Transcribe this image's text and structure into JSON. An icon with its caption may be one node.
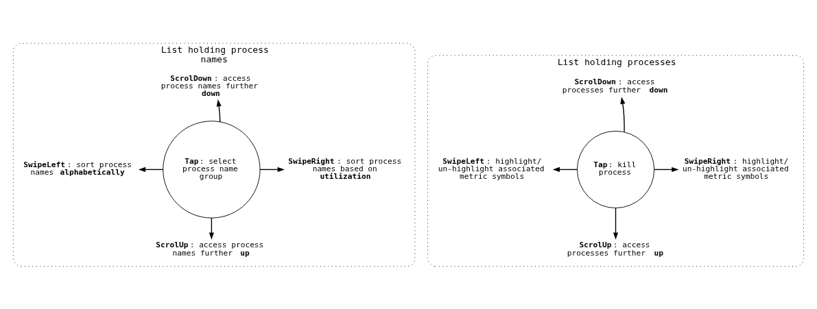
{
  "diagram": {
    "nodes": [
      {
        "text": [
          "List holding process names"
        ]
      },
      {
        "text": [
          "**ScrolDown**: access process names further **down**"
        ],
        "in": 0
      },
      {
        "text": [
          "**SwipeLeft**: sort process names **alphabetically**"
        ],
        "in": 0
      },
      {
        "text": [
          "**Tap**: select process name group"
        ],
        "in": 0
      },
      {
        "text": [
          "**SwipeRight**: sort process names based on **utilization**"
        ],
        "in": 0
      },
      {
        "text": [
          "**ScrolUp**: access process names further **up**"
        ],
        "in": 0
      },
      {
        "text": [
          "List holding processes"
        ]
      },
      {
        "text": [
          "**ScrolDown**: access processes further **down**"
        ],
        "in": 6
      },
      {
        "text": [
          "**SwipeLeft**: highlight/ un-highlight associated metric symbols"
        ],
        "in": 6
      },
      {
        "text": [
          "**Tap**: kill process"
        ],
        "in": 6
      },
      {
        "text": [
          "**SwipeRight**: highlight/ un-highlight associated metric symbols"
        ],
        "in": 6
      },
      {
        "text": [
          "**ScrolUp**: access processes further **up**"
        ],
        "in": 6
      }
    ],
    "edges": [
      {
        "from": 3,
        "to": 1,
        "arrow": "to"
      },
      {
        "from": 3,
        "to": 2,
        "arrow": "to"
      },
      {
        "from": 3,
        "to": 4,
        "arrow": "to"
      },
      {
        "from": 3,
        "to": 5,
        "arrow": "to"
      },
      {
        "from": 9,
        "to": 7,
        "arrow": "to"
      },
      {
        "from": 9,
        "to": 8,
        "arrow": "to"
      },
      {
        "from": 9,
        "to": 10,
        "arrow": "to"
      },
      {
        "from": 9,
        "to": 11,
        "arrow": "to"
      }
    ]
  }
}
